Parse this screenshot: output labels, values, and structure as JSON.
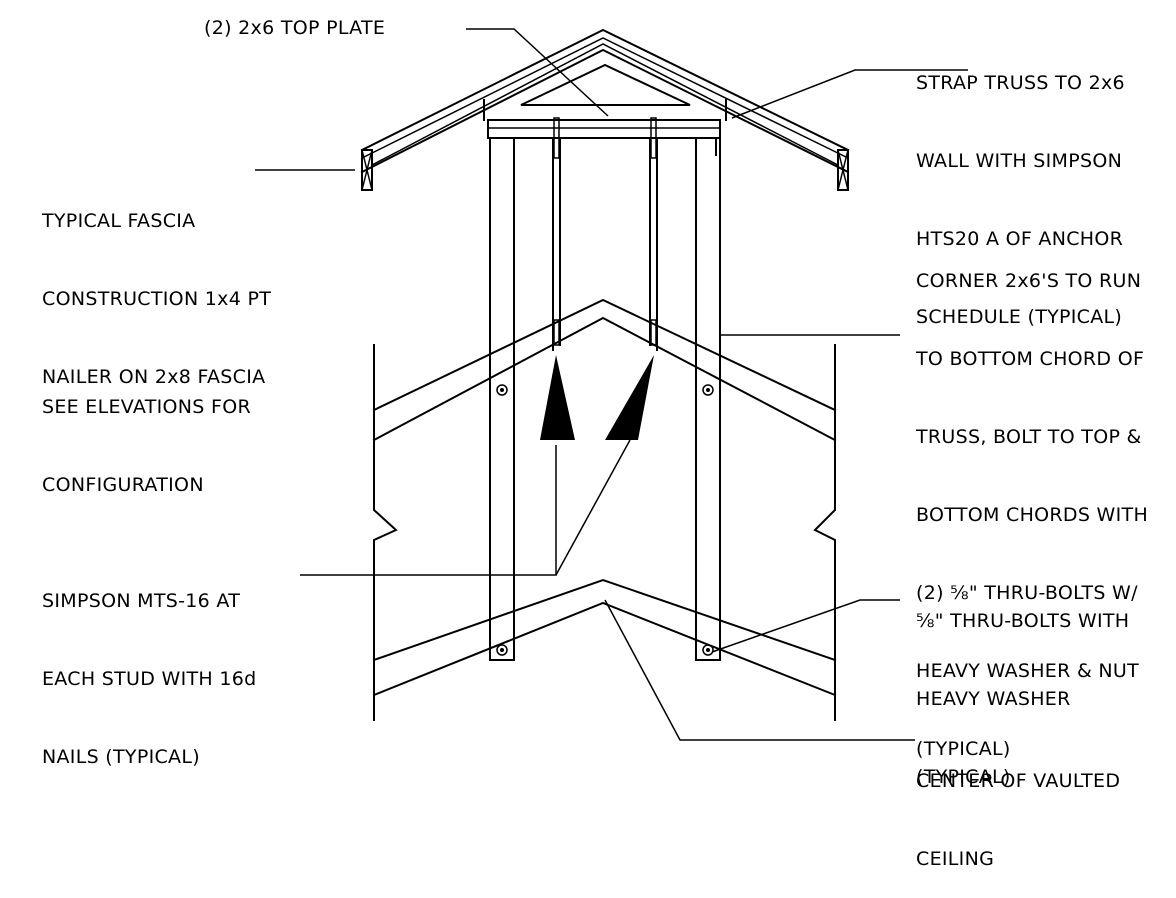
{
  "labels": {
    "top_plate": "(2) 2x6 TOP PLATE",
    "strap": [
      "STRAP TRUSS TO 2x6",
      "WALL WITH SIMPSON",
      "HTS20 A OF ANCHOR",
      "SCHEDULE (TYPICAL)"
    ],
    "fascia": [
      "TYPICAL FASCIA",
      "CONSTRUCTION 1x4 PT",
      "NAILER ON 2x8 FASCIA"
    ],
    "corner": [
      "CORNER 2x6'S TO RUN",
      "TO BOTTOM CHORD OF",
      "TRUSS, BOLT TO TOP &",
      "BOTTOM CHORDS WITH",
      "(2) ⅝\" THRU-BOLTS W/",
      "HEAVY WASHER & NUT",
      "(TYPICAL)"
    ],
    "elevations": [
      "SEE ELEVATIONS FOR",
      "CONFIGURATION"
    ],
    "mts": [
      "SIMPSON MTS-16 AT",
      "EACH STUD WITH 16d",
      "NAILS (TYPICAL)"
    ],
    "thru_bolts": [
      "⅝\" THRU-BOLTS WITH",
      "HEAVY WASHER",
      "(TYPICAL)"
    ],
    "vaulted": [
      "CENTER OF VAULTED",
      "CEILING"
    ]
  }
}
